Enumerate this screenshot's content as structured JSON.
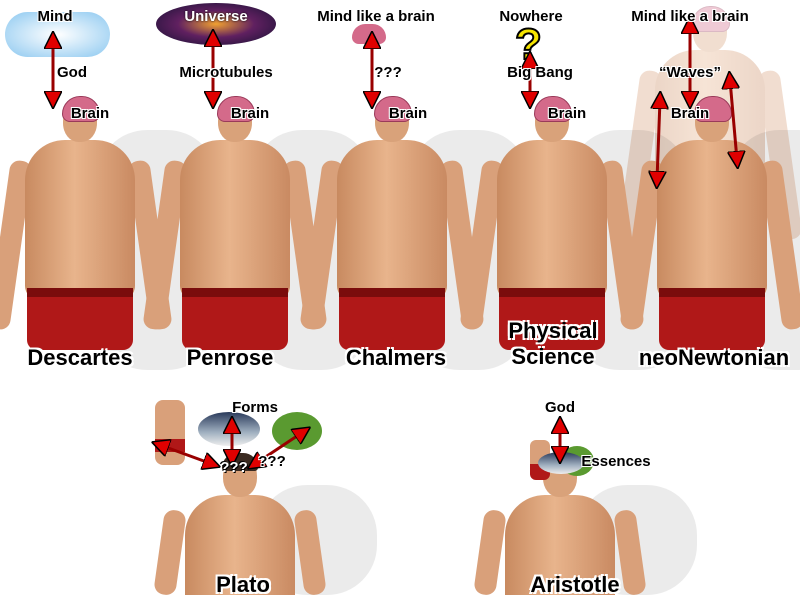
{
  "panels": [
    {
      "name": "Descartes",
      "top": "Mind",
      "middle": "God",
      "bottom": "Brain"
    },
    {
      "name": "Penrose",
      "top": "Universe",
      "middle": "Microtubules",
      "bottom": "Brain"
    },
    {
      "name": "Chalmers",
      "top": "Mind like a brain",
      "middle": "???",
      "bottom": "Brain"
    },
    {
      "name_line1": "Physical",
      "name_line2": "Science",
      "top": "Nowhere",
      "middle": "Big Bang",
      "bottom": "Brain"
    },
    {
      "name": "neoNewtonian",
      "top": "Mind like a brain",
      "middle": "“Waves”",
      "bottom": "Brain"
    }
  ],
  "plato": {
    "name": "Plato",
    "top": "Forms",
    "head": "???",
    "side": "???"
  },
  "aristotle": {
    "name": "Aristotle",
    "top": "God",
    "side": "Essences"
  },
  "colors": {
    "arrow": "#e00000",
    "shorts": "#b01818"
  }
}
